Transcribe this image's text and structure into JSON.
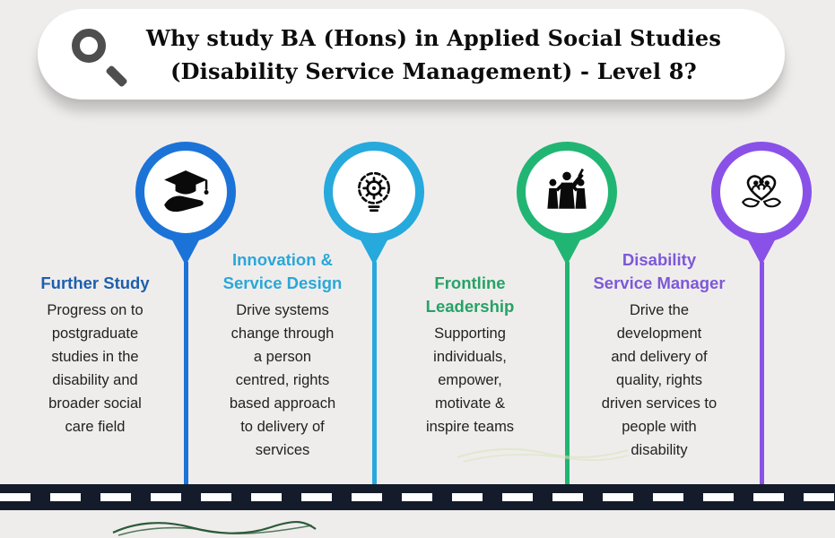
{
  "header": {
    "title_line1": "Why study BA (Hons) in Applied Social Studies",
    "title_line2": "(Disability Service Management) - Level 8?",
    "icon": "magnifier-icon"
  },
  "pins": [
    {
      "color": "#1b73d8",
      "heading_color": "#1d5fae",
      "icon": "graduation-cap-hand-icon",
      "heading_lines": [
        "Further Study"
      ],
      "body": "Progress on to\npostgraduate\nstudies in the\ndisability and\nbroader social\ncare field"
    },
    {
      "color": "#26a9dc",
      "heading_color": "#2aa7d8",
      "icon": "mind-gear-icon",
      "heading_lines": [
        "Innovation &",
        "Service Design"
      ],
      "body": "Drive systems\nchange through\na person\ncentred, rights\nbased approach\nto delivery of\nservices"
    },
    {
      "color": "#21b573",
      "heading_color": "#27a267",
      "icon": "team-leadership-icon",
      "heading_lines": [
        "Frontline",
        "Leadership"
      ],
      "body": "Supporting\nindividuals,\nempower,\nmotivate &\ninspire teams"
    },
    {
      "color": "#8a51e8",
      "heading_color": "#7d58d8",
      "icon": "heart-care-icon",
      "heading_lines": [
        "Disability",
        "Service Manager"
      ],
      "body": "Drive the\ndevelopment\nand delivery of\nquality, rights\ndriven services to\npeople with\ndisability"
    }
  ],
  "road": {
    "color": "#141b2a",
    "dash_color": "#ffffff"
  },
  "decorations": {
    "bottom_squiggle_color": "#2c5a38",
    "roadside_squiggle_color": "#d8e4b8"
  }
}
